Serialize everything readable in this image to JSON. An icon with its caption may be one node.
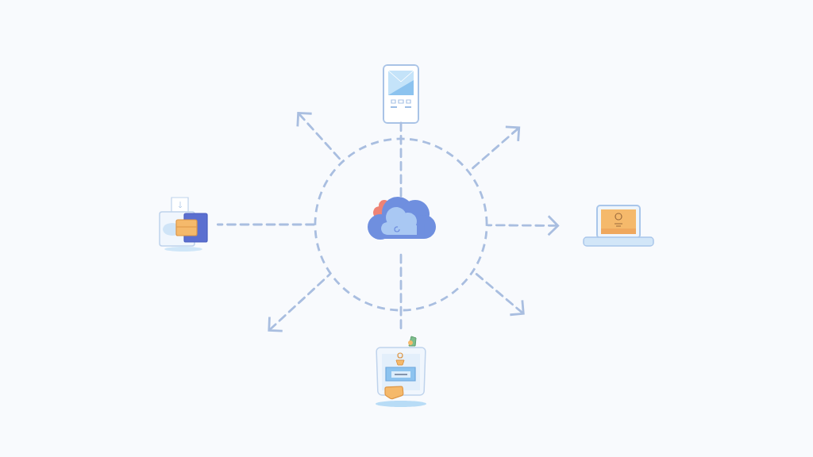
{
  "diagram": {
    "nodes": [
      {
        "text": [],
        "shape": "picture"
      },
      {
        "text": [],
        "shape": "picture"
      },
      {
        "text": [],
        "shape": "circle"
      },
      {
        "text": [],
        "shape": "cloud",
        "in": 2
      },
      {
        "text": [],
        "shape": "picture"
      },
      {
        "text": [],
        "shape": "picture"
      }
    ],
    "edges": [
      {
        "from": 3,
        "to": 0,
        "arrow": "none",
        "style": "dashed"
      },
      {
        "from": 1,
        "to": 2,
        "arrow": "none",
        "style": "dashed"
      },
      {
        "from": 2,
        "to": 4,
        "arrow": "to",
        "style": "dashed"
      },
      {
        "from": 3,
        "to": 5,
        "arrow": "none",
        "style": "dashed"
      },
      {
        "from": 2,
        "to": null,
        "arrow": "to",
        "style": "dashed"
      },
      {
        "from": 2,
        "to": null,
        "arrow": "to",
        "style": "dashed"
      },
      {
        "from": 2,
        "to": null,
        "arrow": "to",
        "style": "dashed"
      },
      {
        "from": 2,
        "to": null,
        "arrow": "to",
        "style": "dashed"
      }
    ]
  }
}
